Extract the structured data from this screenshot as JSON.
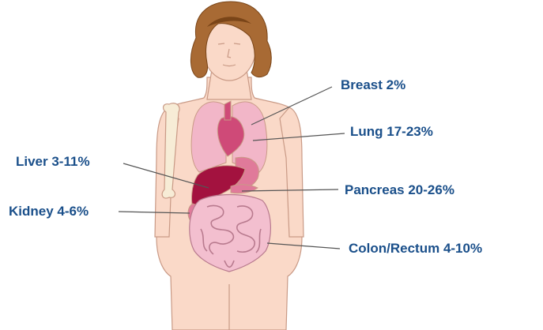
{
  "colors": {
    "label_text": "#1a4f8a",
    "leader_line": "#555555",
    "skin": "#fad9c8",
    "skin_outline": "#c99a86",
    "hair": "#a86a34",
    "hair_shadow": "#7a4518",
    "lung": "#f2b6c8",
    "heart": "#cf4a78",
    "liver": "#a3123f",
    "stomach": "#e07a9a",
    "intestine": "#f3bfcf",
    "intestine_line": "#b87a8e",
    "bone": "#f7ecd6"
  },
  "icons": {
    "figure": "female-anatomy-figure",
    "hair": "hair-icon",
    "arm_bone": "arm-bone-icon",
    "lungs": "lungs-icon",
    "heart": "heart-icon",
    "liver": "liver-icon",
    "stomach": "stomach-icon",
    "pancreas": "pancreas-icon",
    "kidney": "kidney-icon",
    "intestines": "intestines-icon"
  },
  "labels": {
    "breast": "Breast 2%",
    "lung": "Lung 17-23%",
    "liver": "Liver 3-11%",
    "pancreas": "Pancreas 20-26%",
    "kidney": "Kidney 4-6%",
    "colon": "Colon/Rectum 4-10%"
  }
}
